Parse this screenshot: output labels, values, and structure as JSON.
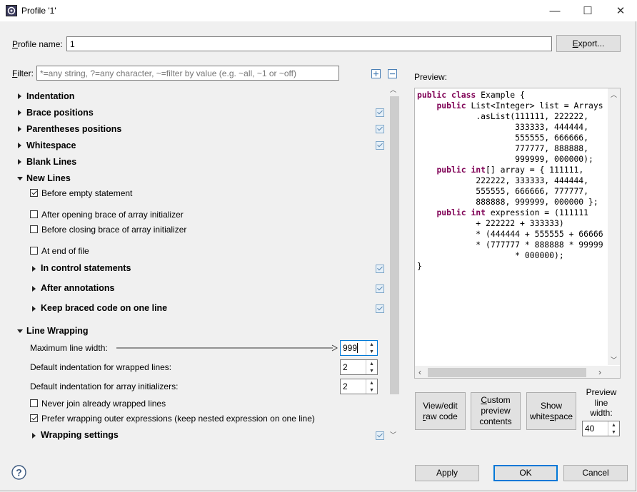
{
  "window": {
    "title": "Profile '1'",
    "min_glyph": "—",
    "max_glyph": "☐",
    "close_glyph": "✕"
  },
  "profile": {
    "label_prefix": "P",
    "label_rest": "rofile name:",
    "value": "1",
    "export_label_ul": "E",
    "export_label_rest": "xport..."
  },
  "filter": {
    "label_ul": "F",
    "label_rest": "ilter:",
    "placeholder": "*=any string, ?=any character, ~=filter by value (e.g. ~all, ~1 or ~off)"
  },
  "tree": {
    "indentation": "Indentation",
    "brace_positions": "Brace positions",
    "parentheses_positions": "Parentheses positions",
    "whitespace": "Whitespace",
    "blank_lines": "Blank Lines",
    "new_lines": "New Lines",
    "before_empty_statement": "Before empty statement",
    "after_opening_brace": "After opening brace of array initializer",
    "before_closing_brace": "Before closing brace of array initializer",
    "at_end_of_file": "At end of file",
    "in_control_statements": "In control statements",
    "after_annotations": "After annotations",
    "keep_braced_code": "Keep braced code on one line",
    "line_wrapping": "Line Wrapping",
    "max_line_width": "Maximum line width:",
    "max_line_width_value": "999",
    "default_indent_wrapped": "Default indentation for wrapped lines:",
    "default_indent_wrapped_value": "2",
    "default_indent_array": "Default indentation for array initializers:",
    "default_indent_array_value": "2",
    "never_join": "Never join already wrapped lines",
    "prefer_wrapping": "Prefer wrapping outer expressions (keep nested expression on one line)",
    "wrapping_settings": "Wrapping settings"
  },
  "preview": {
    "label": "Preview:",
    "lines": [
      [
        {
          "k": "public class"
        },
        {
          "t": " Example {"
        }
      ],
      [
        {
          "t": "    "
        },
        {
          "k": "public"
        },
        {
          "t": " List<Integer> list = Arrays"
        }
      ],
      [
        {
          "t": "            .asList(111111, 222222,"
        }
      ],
      [
        {
          "t": "                    333333, 444444,"
        }
      ],
      [
        {
          "t": "                    555555, 666666,"
        }
      ],
      [
        {
          "t": "                    777777, 888888,"
        }
      ],
      [
        {
          "t": "                    999999, 000000);"
        }
      ],
      [
        {
          "t": "    "
        },
        {
          "k": "public int"
        },
        {
          "t": "[] array = { 111111,"
        }
      ],
      [
        {
          "t": "            222222, 333333, 444444,"
        }
      ],
      [
        {
          "t": "            555555, 666666, 777777,"
        }
      ],
      [
        {
          "t": "            888888, 999999, 000000 };"
        }
      ],
      [
        {
          "t": "    "
        },
        {
          "k": "public int"
        },
        {
          "t": " expression = (111111"
        }
      ],
      [
        {
          "t": "            + 222222 + 333333)"
        }
      ],
      [
        {
          "t": "            * (444444 + 555555 + 66666"
        }
      ],
      [
        {
          "t": "            * (777777 * 888888 * 99999"
        }
      ],
      [
        {
          "t": "                    * 000000);"
        }
      ],
      [
        {
          "t": "}"
        }
      ]
    ]
  },
  "buttons": {
    "view_edit_l1": "View/edit",
    "view_edit_l2_ul": "r",
    "view_edit_l2_rest": "aw code",
    "custom_l1_ul": "C",
    "custom_l1_rest": "ustom",
    "custom_l2": "preview",
    "custom_l3": "contents",
    "show_l1": "Show",
    "show_l2_a": "white",
    "show_l2_ul": "s",
    "show_l2_b": "pace",
    "preview_line_width_l1": "Preview",
    "preview_line_width_l2": "line",
    "preview_line_width_l3": "width:",
    "preview_line_width_value": "40",
    "apply": "Apply",
    "ok": "OK",
    "cancel": "Cancel",
    "help_glyph": "?"
  },
  "colors": {
    "accent": "#0078d7",
    "keyword": "#7f0055"
  }
}
